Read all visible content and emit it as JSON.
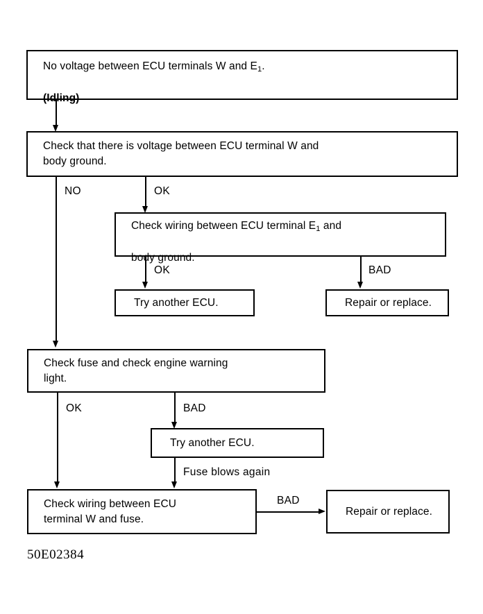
{
  "diagram": {
    "caption": "50E02384",
    "line_color": "#000000",
    "background_color": "#ffffff",
    "nodes": [
      {
        "id": "start",
        "line1": "No voltage between ECU terminals W and E",
        "sub1": "1",
        "line1_tail": ".",
        "line2": "(Idling)"
      },
      {
        "id": "check-voltage-w-body-ground",
        "text": "Check that there is voltage between ECU terminal W and\nbody ground."
      },
      {
        "id": "check-wiring-e1-body-ground",
        "pre": "Check wiring between ECU terminal E",
        "sub": "1",
        "post": " and",
        "line2": "body ground."
      },
      {
        "id": "try-another-ecu-1",
        "text": "Try another ECU."
      },
      {
        "id": "repair-or-replace-1",
        "text": "Repair or replace."
      },
      {
        "id": "check-fuse-warning-light",
        "text": "Check fuse and check engine warning\nlight."
      },
      {
        "id": "try-another-ecu-2",
        "text": "Try another ECU."
      },
      {
        "id": "check-wiring-w-fuse",
        "text": "Check wiring between ECU\nterminal W and fuse."
      },
      {
        "id": "repair-or-replace-2",
        "text": "Repair or replace."
      }
    ],
    "edge_labels": {
      "no": "NO",
      "ok_top": "OK",
      "ok_mid": "OK",
      "bad_mid": "BAD",
      "ok_lower": "OK",
      "bad_lower": "BAD",
      "fuse_blows_again": "Fuse blows again",
      "bad_bottom": "BAD"
    }
  }
}
